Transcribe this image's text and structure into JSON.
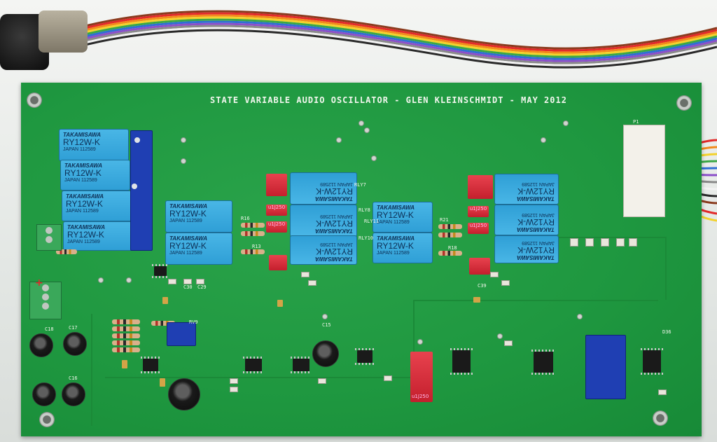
{
  "board": {
    "title": "STATE VARIABLE AUDIO OSCILLATOR - GLEN KLEINSCHMIDT -  MAY 2012",
    "header_label": "P1"
  },
  "relays": [
    {
      "brand": "TAKAMISAWA",
      "model": "RY12W-K",
      "origin": "JAPAN 112589"
    },
    {
      "brand": "TAKAMISAWA",
      "model": "RY12W-K",
      "origin": "JAPAN 112589"
    },
    {
      "brand": "TAKAMISAWA",
      "model": "RY12W-K",
      "origin": "JAPAN 112589"
    },
    {
      "brand": "TAKAMISAWA",
      "model": "RY12W-K",
      "origin": "JAPAN 112589"
    },
    {
      "brand": "TAKAMISAWA",
      "model": "RY12W-K",
      "origin": "JAPAN 112589"
    },
    {
      "brand": "TAKAMISAWA",
      "model": "RY12W-K",
      "origin": "JAPAN 112589"
    },
    {
      "brand": "TAKAMISAWA",
      "model": "RY12W-K",
      "origin": "JAPAN 112589"
    },
    {
      "brand": "TAKAMISAWA",
      "model": "RY12W-K",
      "origin": "JAPAN 112589"
    },
    {
      "brand": "TAKAMISAWA",
      "model": "RY12W-K",
      "origin": "JAPAN 112589"
    },
    {
      "brand": "TAKAMISAWA",
      "model": "RY12W-K",
      "origin": "JAPAN 112589"
    },
    {
      "brand": "TAKAMISAWA",
      "model": "RY12W-K",
      "origin": "JAPAN 112589"
    },
    {
      "brand": "TAKAMISAWA",
      "model": "RY12W-K",
      "origin": "JAPAN 112589"
    },
    {
      "brand": "TAKAMISAWA",
      "model": "RY12W-K",
      "origin": "JAPAN 112589"
    },
    {
      "brand": "TAKAMISAWA",
      "model": "RY12W-K",
      "origin": "JAPAN 112589"
    }
  ],
  "capacitor_markings": [
    "u1J250",
    "u1J250",
    "u1J250",
    "u1J250",
    "u1J250"
  ],
  "silkscreen": [
    "R16",
    "R13",
    "R21",
    "R18",
    "RLY8",
    "RLY10",
    "RLY11",
    "RLY7",
    "RV9",
    "C15",
    "C17",
    "C16",
    "C18",
    "D36",
    "C39",
    "C30",
    "C29"
  ],
  "colors": {
    "pcb": "#1f9840",
    "relay": "#2f9fd6",
    "trimmer": "#1f3fb3",
    "film_cap": "#c41f2d"
  }
}
